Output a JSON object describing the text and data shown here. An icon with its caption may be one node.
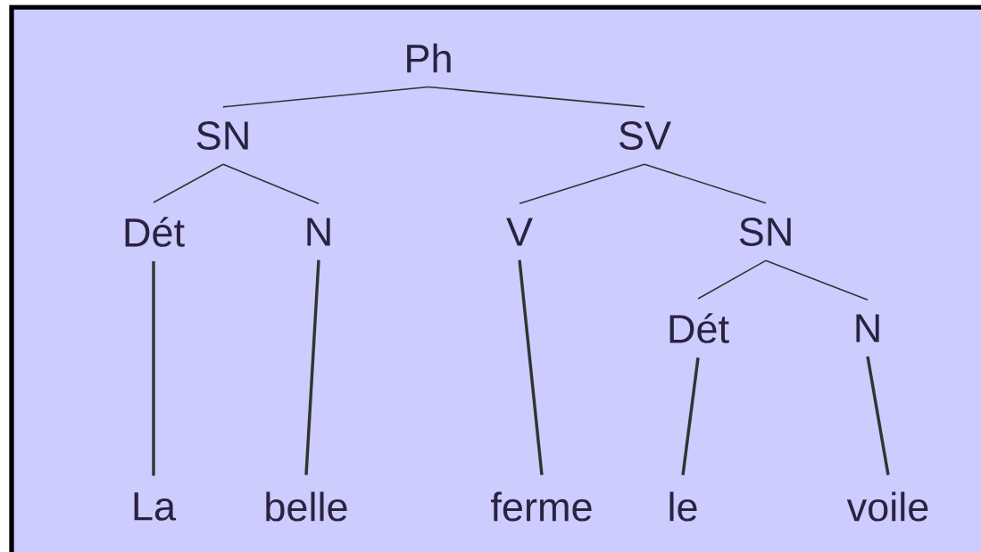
{
  "diagram": {
    "nodes": [
      {
        "text": [
          "Ph"
        ]
      },
      {
        "text": [
          "SN"
        ]
      },
      {
        "text": [
          "SV"
        ]
      },
      {
        "text": [
          "Dét"
        ]
      },
      {
        "text": [
          "N"
        ]
      },
      {
        "text": [
          "V"
        ]
      },
      {
        "text": [
          "SN"
        ]
      },
      {
        "text": [
          "Dét"
        ]
      },
      {
        "text": [
          "N"
        ]
      },
      {
        "text": [
          "La"
        ]
      },
      {
        "text": [
          "belle"
        ]
      },
      {
        "text": [
          "ferme"
        ]
      },
      {
        "text": [
          "le"
        ]
      },
      {
        "text": [
          "voile"
        ]
      }
    ],
    "edges": [
      {
        "from": 0,
        "to": 1,
        "arrow": "none"
      },
      {
        "from": 0,
        "to": 2,
        "arrow": "none"
      },
      {
        "from": 1,
        "to": 3,
        "arrow": "none"
      },
      {
        "from": 1,
        "to": 4,
        "arrow": "none"
      },
      {
        "from": 2,
        "to": 5,
        "arrow": "none"
      },
      {
        "from": 2,
        "to": 6,
        "arrow": "none"
      },
      {
        "from": 6,
        "to": 7,
        "arrow": "none"
      },
      {
        "from": 6,
        "to": 8,
        "arrow": "none"
      },
      {
        "from": 3,
        "to": 9,
        "arrow": "none",
        "style": "thick"
      },
      {
        "from": 4,
        "to": 10,
        "arrow": "none",
        "style": "thick"
      },
      {
        "from": 5,
        "to": 11,
        "arrow": "none",
        "style": "thick"
      },
      {
        "from": 7,
        "to": 12,
        "arrow": "none",
        "style": "thick"
      },
      {
        "from": 8,
        "to": 13,
        "arrow": "none",
        "style": "thick"
      }
    ]
  }
}
